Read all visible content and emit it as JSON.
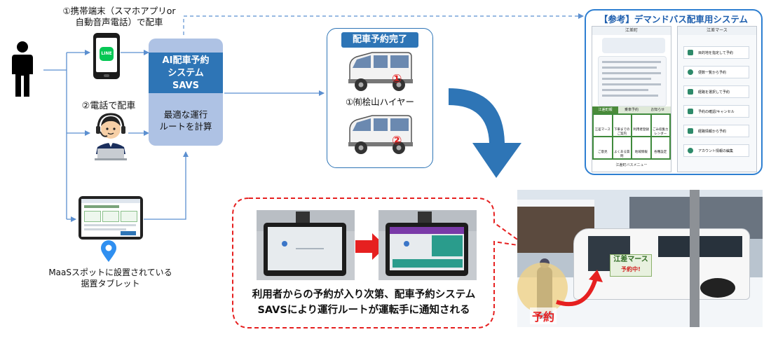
{
  "input1": {
    "label_line1": "①携帯端末（スマホアプリor",
    "label_line2": "自動音声電話）で配車",
    "app_badge": "LINE"
  },
  "input2": {
    "label": "②電話で配車"
  },
  "input3": {
    "label_line1": "MaaSスポットに設置されている",
    "label_line2": "据置タブレット"
  },
  "savs": {
    "title_line1": "AI配車予約",
    "title_line2": "システム",
    "title_line3": "SAVS",
    "body_line1": "最適な運行",
    "body_line2": "ルートを計算"
  },
  "reservation": {
    "title": "配車予約完了",
    "van1_number": "①",
    "van2_number": "②",
    "operator": "①㈲桧山ハイヤー"
  },
  "reference": {
    "title": "【参考】デマンドバス配車用システム",
    "phone1_header": "江差町",
    "phone1_footer": "江差町バスメニュー",
    "phone1_tab1": "江差町報",
    "phone1_tab2": "乗車予約",
    "phone1_tab3": "お知らせ",
    "phone1_tiles": [
      "江差マース",
      "下車までのご案内",
      "利用者登録",
      "ごみ収集カレンダー",
      "ご意見",
      "よくある質問",
      "地域情報",
      "各種設定"
    ],
    "phone2_header": "江差マース",
    "phone2_menu": [
      "目的地を指定して予約",
      "便数一覧から予約",
      "経路を選択して予約",
      "予約の確認/キャンセル",
      "経路情報から予約",
      "アカウント情報の編集"
    ]
  },
  "notice": {
    "line1": "利用者からの予約が入り次第、配車予約システム",
    "line2": "SAVSにより運行ルートが運転手に通知される"
  },
  "photo": {
    "van_sign": "江差マース",
    "reserved_label": "予約",
    "status_label": "予約中!"
  },
  "colors": {
    "savs_fill": "#aec2e4",
    "savs_header": "#2e75b6",
    "arrow_blue": "#2e75b6",
    "connector": "#5b8fd0",
    "red": "#e62020",
    "reference_border": "#2e7fd1",
    "line_green": "#06c755"
  }
}
